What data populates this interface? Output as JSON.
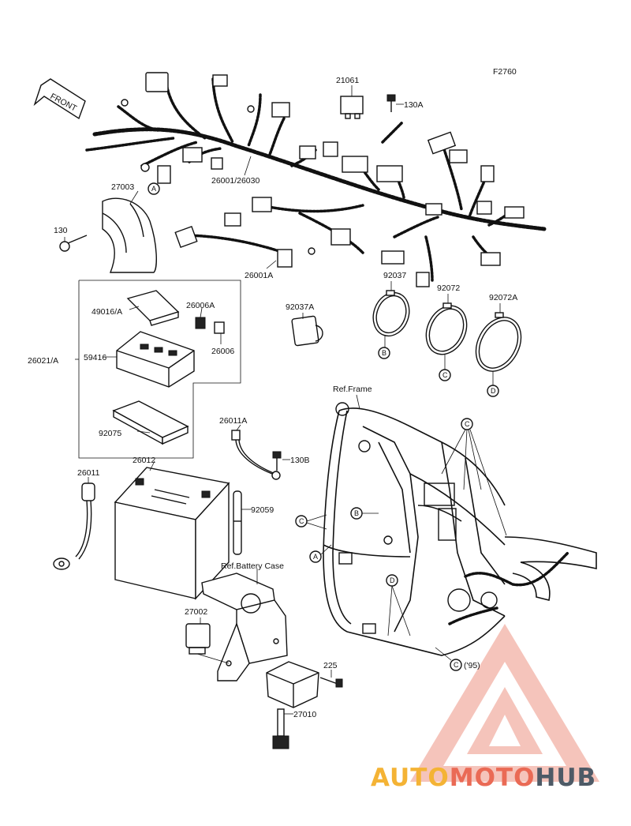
{
  "diagram_code": "F2760",
  "front_arrow_label": "FRONT",
  "labels": {
    "p21061": "21061",
    "p130A": "130A",
    "p27003": "27003",
    "p130": "130",
    "p26001_26030": "26001/26030",
    "p26001A": "26001A",
    "p92037": "92037",
    "p92072": "92072",
    "p92072A": "92072A",
    "p49016A": "49016/A",
    "p26006A": "26006A",
    "p92037A": "92037A",
    "p26021A": "26021/A",
    "p59416": "59416",
    "p26006": "26006",
    "p92075": "92075",
    "ref_frame": "Ref.Frame",
    "p26011A": "26011A",
    "p130B": "130B",
    "p26012": "26012",
    "p26011": "26011",
    "p92059": "92059",
    "ref_battery_case": "Ref.Battery Case",
    "p27002": "27002",
    "p225": "225",
    "p27010": "27010",
    "c95": "('95)"
  },
  "callouts": {
    "A": "A",
    "B": "B",
    "C": "C",
    "D": "D"
  },
  "watermark": {
    "part1": "AUTO",
    "part2": "MOTO",
    "part3": "HUB",
    "color_auto": "#f4b335",
    "color_moto": "#ea6a55",
    "color_hub": "#4e5a66",
    "triangle_color": "#ea6a55"
  }
}
